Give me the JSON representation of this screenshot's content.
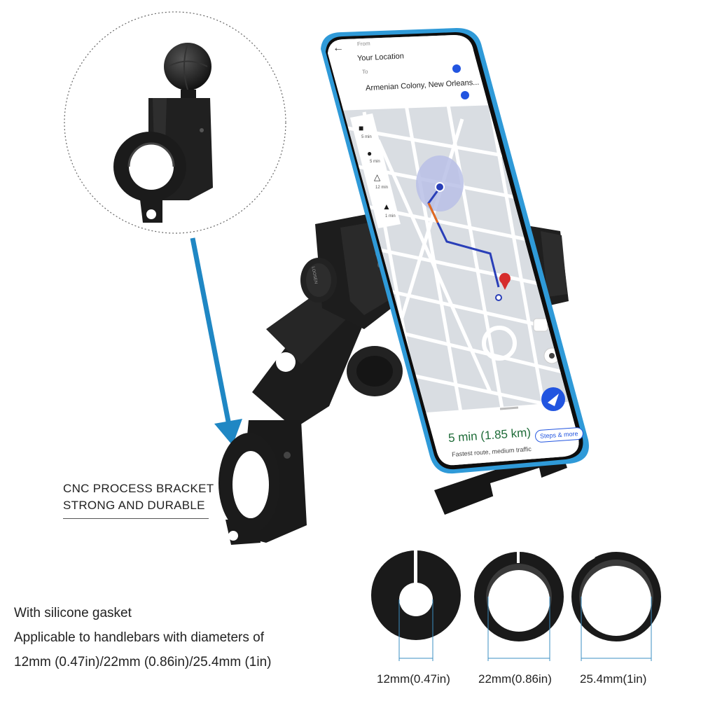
{
  "phone_screen": {
    "from_label": "From",
    "from_value": "Your Location",
    "to_label": "To",
    "to_value": "Armenian Colony, New Orleans...",
    "modes": [
      {
        "icon": "car-icon",
        "time": "5 min"
      },
      {
        "icon": "motorcycle-icon",
        "time": "5 min"
      },
      {
        "icon": "walk-icon",
        "time": "12 min"
      },
      {
        "icon": "transit-icon",
        "time": "1 min"
      }
    ],
    "eta_main": "5 min (1.85 km)",
    "eta_sub": "Fastest route, medium traffic",
    "steps_button": "Steps & more"
  },
  "knob_text": "LOOSEN",
  "callout": {
    "line1": "CNC PROCESS BRACKET",
    "line2": "STRONG AND DURABLE"
  },
  "gasket": {
    "line1": "With silicone gasket",
    "line2": "Applicable to handlebars with diameters of",
    "line3": "12mm (0.47in)/22mm (0.86in)/25.4mm (1in)"
  },
  "rings": [
    {
      "label": "12mm(0.47in)"
    },
    {
      "label": "22mm(0.86in)"
    },
    {
      "label": "25.4mm(1in)"
    }
  ],
  "colors": {
    "phone_frame": "#2f9ad8",
    "arrow": "#1f87c4",
    "route": "#2a3fb8",
    "accent_blue": "#2255e0",
    "eta_green": "#1d6b37",
    "mount": "#1e1e1e"
  }
}
